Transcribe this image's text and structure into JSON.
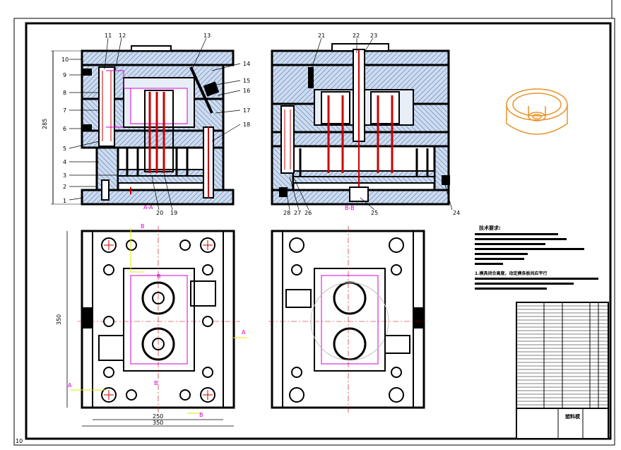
{
  "drawing": {
    "border_number": "10",
    "part_numbers": [
      "1",
      "2",
      "3",
      "4",
      "5",
      "6",
      "7",
      "8",
      "9",
      "10",
      "11",
      "12",
      "13",
      "14",
      "15",
      "16",
      "17",
      "18",
      "19",
      "20",
      "21",
      "22",
      "23",
      "24",
      "25",
      "26",
      "27",
      "28"
    ],
    "section_labels": {
      "aa": "A-A",
      "bb": "B-B"
    },
    "view_markers": [
      "A",
      "A",
      "B",
      "B",
      "B",
      "B"
    ],
    "dimensions": {
      "front_height": "285",
      "plan_height": "350",
      "plan_width_inner": "250",
      "plan_width_outer": "350"
    },
    "tech_requirements_title": "技术要求:",
    "tech_requirements_note": "1.模具闭合高度，动定模各板间应平行",
    "title_block_main": "塑料模",
    "colors": {
      "hatch": "#4d79b8",
      "outline": "#000000",
      "pin_red": "#cc0000",
      "section_magenta": "#d400d4",
      "marker_yellow": "#e6e600",
      "product_orange": "#e8942a",
      "center_line": "#cc0000",
      "green_leader": "#008000"
    }
  }
}
